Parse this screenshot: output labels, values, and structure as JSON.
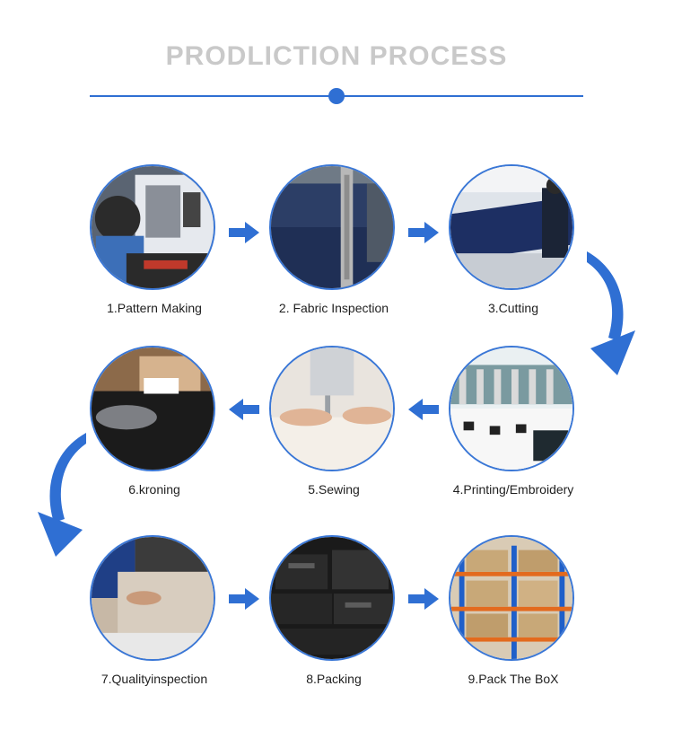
{
  "title": "PRODLICTION PROCESS",
  "accent_color": "#2f6fd3",
  "steps": [
    {
      "label": "1.Pattern Making",
      "image": "designer-at-computer-photo"
    },
    {
      "label": "2. Fabric Inspection",
      "image": "fabric-roll-photo"
    },
    {
      "label": "3.Cutting",
      "image": "cutting-table-photo"
    },
    {
      "label": "4.Printing/Embroidery",
      "image": "embroidery-machine-photo"
    },
    {
      "label": "5.Sewing",
      "image": "sewing-machine-photo"
    },
    {
      "label": "6.kroning",
      "image": "ironing-photo"
    },
    {
      "label": "7.Qualityinspection",
      "image": "quality-inspection-photo"
    },
    {
      "label": "8.Packing",
      "image": "packed-garments-photo"
    },
    {
      "label": "9.Pack The BoX",
      "image": "warehouse-boxes-photo"
    }
  ]
}
